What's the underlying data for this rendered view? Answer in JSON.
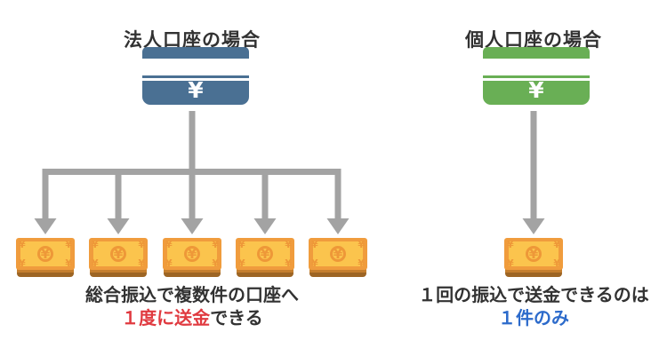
{
  "colors": {
    "background": "#FFFFFF",
    "arrow": "#A3A3A3",
    "corporate_card": "#4A7093",
    "personal_card": "#69AF55",
    "bill_border": "#F09C3D",
    "bill_fill": "#FBC44D",
    "bill_shadow": "#C57F2E",
    "text": "#323232",
    "emphasis_red": "#E03A40",
    "emphasis_blue": "#2D6BCB"
  },
  "corporate": {
    "title": "法人口座の場合",
    "card_symbol": "¥",
    "bill_count": 5,
    "caption_line1": "総合振込で複数件の口座へ",
    "caption_line2_emphasis": "１度に送金",
    "caption_line2_rest": "できる"
  },
  "personal": {
    "title": "個人口座の場合",
    "card_symbol": "¥",
    "bill_count": 1,
    "caption_line1": "１回の振込で送金できるのは",
    "caption_line2_emphasis": "１件のみ"
  },
  "bill": {
    "symbol": "¥"
  }
}
